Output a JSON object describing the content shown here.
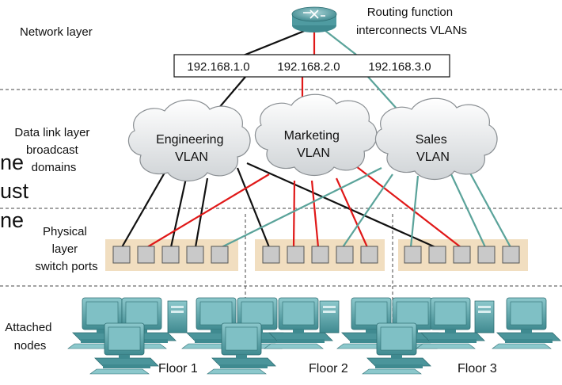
{
  "colors": {
    "engineering": "#111111",
    "marketing": "#e01818",
    "sales": "#5aa39a",
    "panel": "#f1dec0",
    "port": "#c9c9c9",
    "computer": "#5ba6ad"
  },
  "labels": {
    "network_layer": "Network layer",
    "routing": [
      "Routing function",
      "interconnects VLANs"
    ],
    "data_link": [
      "Data link layer",
      "broadcast",
      "domains"
    ],
    "physical": [
      "Physical",
      "layer",
      "switch ports"
    ],
    "attached": [
      "Attached",
      "nodes"
    ]
  },
  "subnets": [
    "192.168.1.0",
    "192.168.2.0",
    "192.168.3.0"
  ],
  "vlans": [
    {
      "id": "engineering",
      "lines": [
        "Engineering",
        "VLAN"
      ]
    },
    {
      "id": "marketing",
      "lines": [
        "Marketing",
        "VLAN"
      ]
    },
    {
      "id": "sales",
      "lines": [
        "Sales",
        "VLAN"
      ]
    }
  ],
  "floors": [
    "Floor 1",
    "Floor 2",
    "Floor 3"
  ],
  "background_fragments": [
    "ne",
    "ust",
    "ne"
  ],
  "icons": {
    "router": "router-icon",
    "switch_port": "switch-port-icon",
    "computer": "computer-icon"
  }
}
